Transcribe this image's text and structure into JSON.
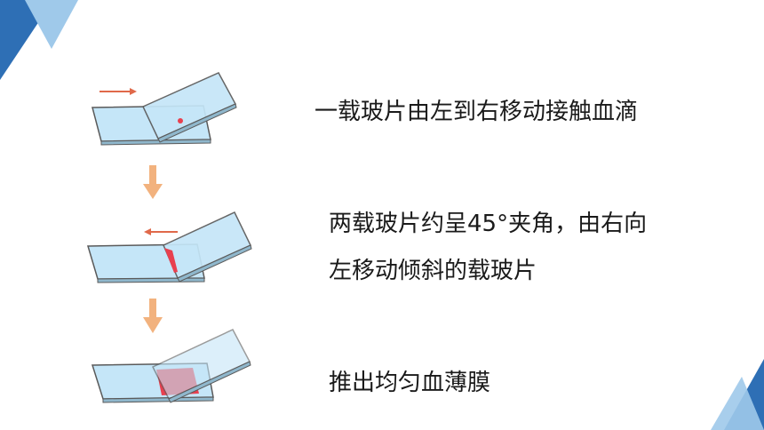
{
  "steps": [
    {
      "id": "step-1",
      "lines": [
        "一载玻片由左到右移动接触血滴"
      ]
    },
    {
      "id": "step-2",
      "lines": [
        "两载玻片约呈45°夹角，由右向",
        "左移动倾斜的载玻片"
      ]
    },
    {
      "id": "step-3",
      "lines": [
        "推出均匀血薄膜"
      ]
    }
  ],
  "colors": {
    "slide_fill": "#c5e6f8",
    "slide_edge": "#5a5a5a",
    "arrow_red": "#e0694a",
    "arrow_orange": "#f2b27e",
    "blood": "#e8404f",
    "deco_dark": "#2e6fb5",
    "deco_light": "#9fc9ea"
  },
  "icons": [
    "right-arrow-icon",
    "left-arrow-icon",
    "down-arrow-icon"
  ]
}
